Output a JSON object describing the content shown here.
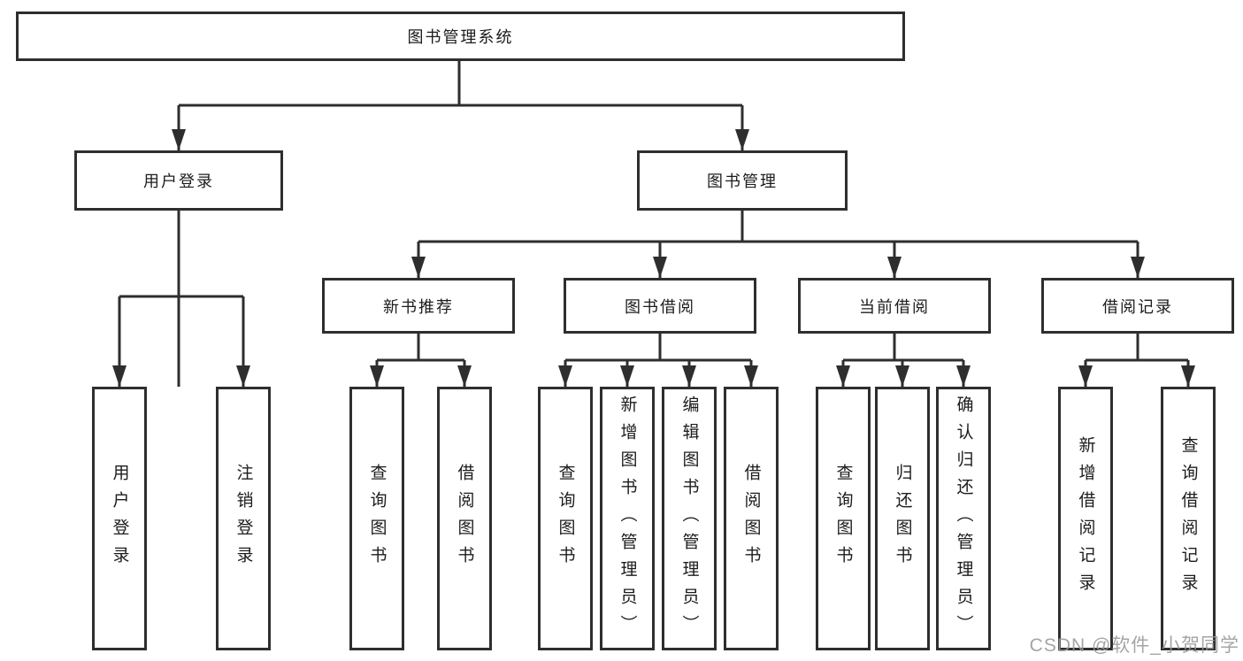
{
  "tree": {
    "root": {
      "label": "图书管理系统",
      "children": [
        {
          "label": "用户登录",
          "children": [
            {
              "label": "用户登录"
            },
            {
              "label": "注销登录"
            }
          ]
        },
        {
          "label": "图书管理",
          "children": [
            {
              "label": "新书推荐",
              "children": [
                {
                  "label": "查询图书"
                },
                {
                  "label": "借阅图书"
                }
              ]
            },
            {
              "label": "图书借阅",
              "children": [
                {
                  "label": "查询图书"
                },
                {
                  "label": "新增图书（管理员）"
                },
                {
                  "label": "编辑图书（管理员）"
                },
                {
                  "label": "借阅图书"
                }
              ]
            },
            {
              "label": "当前借阅",
              "children": [
                {
                  "label": "查询图书"
                },
                {
                  "label": "归还图书"
                },
                {
                  "label": "确认归还（管理员）"
                }
              ]
            },
            {
              "label": "借阅记录",
              "children": [
                {
                  "label": "新增借阅记录"
                },
                {
                  "label": "查询借阅记录"
                }
              ]
            }
          ]
        }
      ]
    }
  },
  "watermark": {
    "text": "CSDN @软件_小贺同学"
  },
  "colors": {
    "line": "#2e2e2e",
    "box_border": "#2e2e2e",
    "text": "#1c1c1c",
    "watermark": "#989898",
    "background": "#ffffff"
  }
}
